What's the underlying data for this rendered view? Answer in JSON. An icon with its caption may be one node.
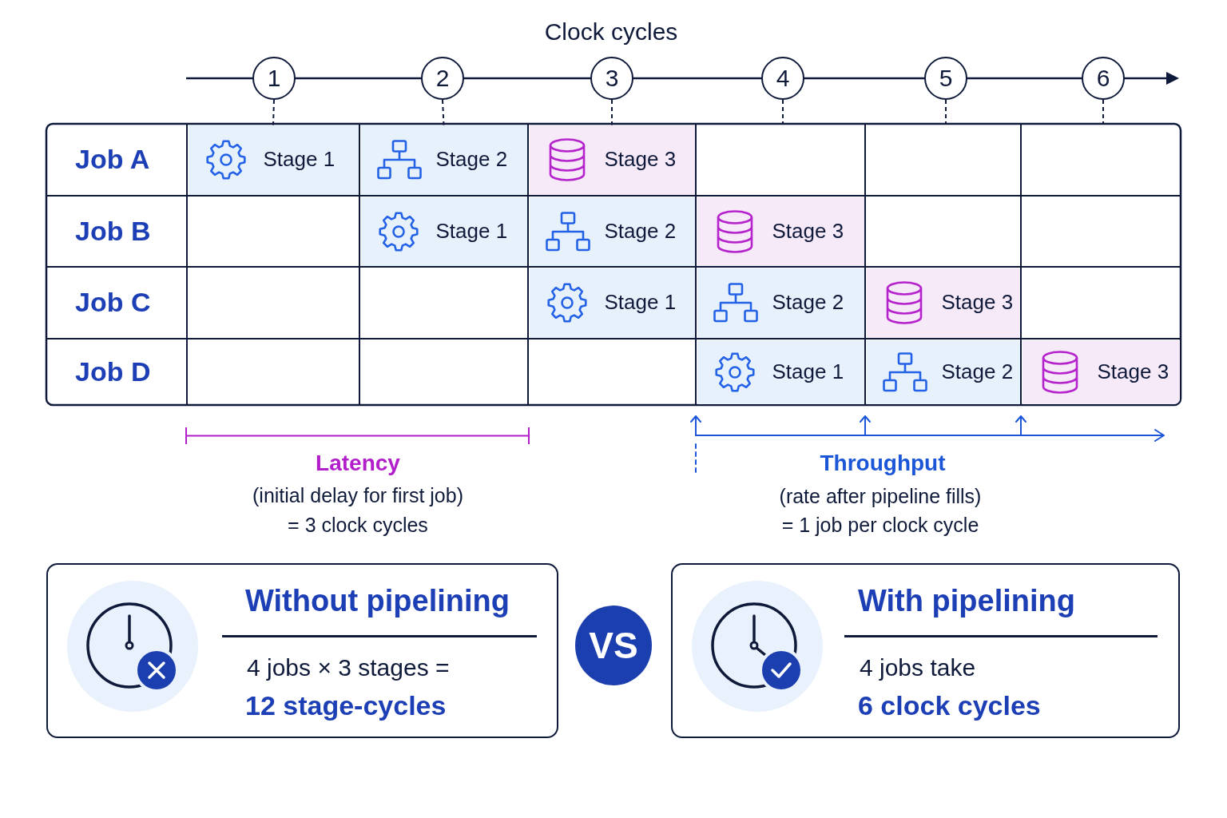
{
  "diagram": {
    "title": "Clock cycles",
    "nodes": [
      {
        "text": [
          "1"
        ]
      },
      {
        "text": [
          "2"
        ]
      },
      {
        "text": [
          "3"
        ]
      },
      {
        "text": [
          "4"
        ]
      },
      {
        "text": [
          "5"
        ]
      },
      {
        "text": [
          "6"
        ]
      },
      {
        "text": [
          "Stage 1"
        ]
      },
      {
        "text": [
          "Stage 2"
        ]
      },
      {
        "text": [
          "Stage 3"
        ]
      },
      {
        "text": [
          "Stage 1"
        ]
      },
      {
        "text": [
          "Stage 2"
        ]
      },
      {
        "text": [
          "Stage 3"
        ]
      },
      {
        "text": [
          "Stage 1"
        ]
      },
      {
        "text": [
          "Stage 2"
        ]
      },
      {
        "text": [
          "Stage 3"
        ]
      },
      {
        "text": [
          "Stage 1"
        ]
      },
      {
        "text": [
          "Stage 2"
        ]
      },
      {
        "text": [
          "Stage 3"
        ]
      },
      {
        "text": [
          "Without pipelining",
          "4 jobs × 3 stages =",
          "12 stage-cycles"
        ]
      },
      {
        "text": [
          "VS"
        ]
      },
      {
        "text": [
          "With pipelining",
          "4 jobs take",
          "6 clock cycles"
        ]
      }
    ],
    "edges": [
      {
        "from": 0,
        "to": 6,
        "arrow": "none",
        "style": "dashed"
      },
      {
        "from": 1,
        "to": 7,
        "arrow": "none",
        "style": "dashed"
      },
      {
        "from": 2,
        "to": 8,
        "arrow": "none",
        "style": "dashed"
      },
      {
        "from": 3,
        "to": null,
        "arrow": "none",
        "style": "dashed"
      },
      {
        "from": 4,
        "to": null,
        "arrow": "none",
        "style": "dashed"
      },
      {
        "from": 5,
        "to": null,
        "arrow": "none",
        "style": "dashed"
      }
    ],
    "labels": [
      "Job A",
      "Job B",
      "Job C",
      "Job D",
      "Latency",
      "(initial delay for first job)",
      "= 3 clock cycles",
      "Throughput",
      "(rate after pipeline fills)",
      "= 1 job per clock cycle"
    ]
  }
}
